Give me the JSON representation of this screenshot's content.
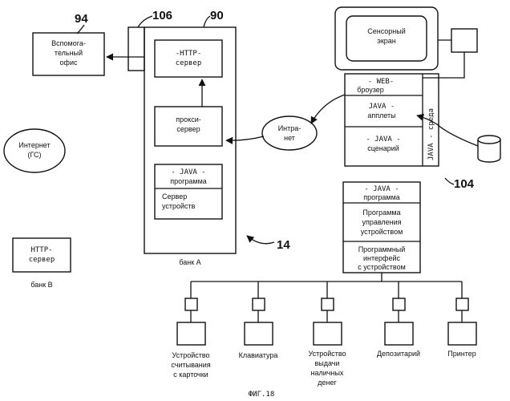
{
  "refs": {
    "r94": "94",
    "r106": "106",
    "r90": "90",
    "r104": "104",
    "r14": "14"
  },
  "back_office": [
    "Вспомога-",
    "тельный",
    "офис"
  ],
  "internet": [
    "Интернет",
    "(ГС)"
  ],
  "http_server_b": [
    "HTTP-",
    "сервер"
  ],
  "bank_b": "банк B",
  "http_server_a": [
    "-HTTP-",
    "сервер"
  ],
  "proxy_server": [
    "прокси-",
    "сервер"
  ],
  "java_program_a": "- JAVA -",
  "java_program_a2": "программа",
  "device_server": [
    "Сервер",
    "устройств"
  ],
  "bank_a": "банк A",
  "intranet": [
    "Интра-",
    "нет"
  ],
  "touch_screen": [
    "Сенсорный",
    "экран"
  ],
  "web_browser": [
    "- WEB-",
    "броузер"
  ],
  "java_applets": [
    "JAVA -",
    "апплеты"
  ],
  "java_script": [
    "- JAVA -",
    "сценарий"
  ],
  "java_env": "JAVA - среда",
  "java_program_kiosk": [
    "- JAVA -",
    "программа"
  ],
  "device_mgmt": [
    "Программа",
    "управления",
    "устройством"
  ],
  "device_api": [
    "Программный",
    "интерфейс",
    "с устройством"
  ],
  "devices": [
    [
      "Устройство",
      "считывания",
      "с карточки"
    ],
    [
      "Клавиатура"
    ],
    [
      "Устройство",
      "выдачи",
      "наличных",
      "денег"
    ],
    [
      "Депозитарий"
    ],
    [
      "Принтер"
    ]
  ],
  "figure_caption": "ФИГ.18"
}
